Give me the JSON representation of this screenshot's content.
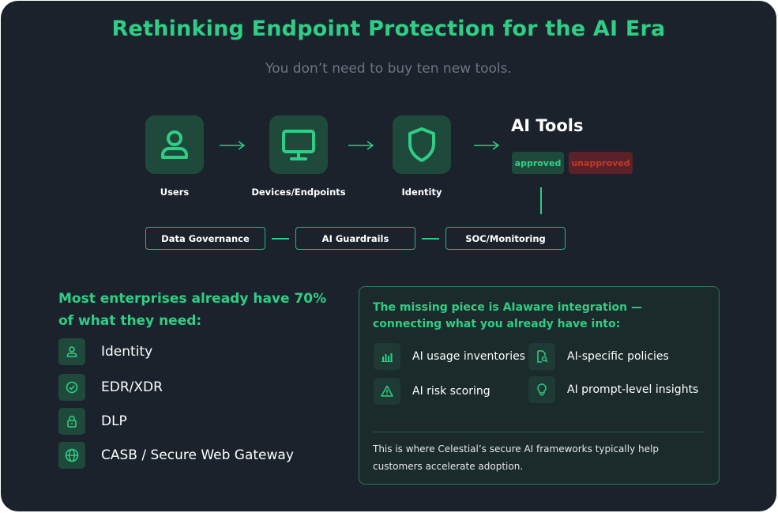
{
  "title": "Rethinking Endpoint Protection for the AI Era",
  "subtitle": "You don’t need to buy ten new tools.",
  "flow": {
    "nodes": [
      {
        "label": "Users",
        "icon": "user-icon"
      },
      {
        "label": "Devices/Endpoints",
        "icon": "monitor-icon"
      },
      {
        "label": "Identity",
        "icon": "shield-icon"
      }
    ],
    "ai_tools": {
      "title": "AI Tools",
      "approved": "approved",
      "unapproved": "unapproved"
    },
    "bottom_chips": [
      "Data Governance",
      "AI Guardrails",
      "SOC/Monitoring"
    ]
  },
  "left": {
    "heading": "Most enterprises already have 70% of what they need:",
    "items": [
      {
        "label": "Identity",
        "icon": "user-icon"
      },
      {
        "label": "EDR/XDR",
        "icon": "check-circle-icon"
      },
      {
        "label": "DLP",
        "icon": "lock-icon"
      },
      {
        "label": "CASB / Secure Web Gateway",
        "icon": "globe-icon"
      }
    ]
  },
  "panel": {
    "heading": "The missing piece is AIaware integration — connecting what you already have into:",
    "features": [
      {
        "label": "AI usage inventories",
        "icon": "bar-chart-icon"
      },
      {
        "label": "AI-specific policies",
        "icon": "document-search-icon"
      },
      {
        "label": "AI risk scoring",
        "icon": "warning-icon"
      },
      {
        "label": "AI prompt-level insights",
        "icon": "lightbulb-icon"
      }
    ],
    "footer": "This is where Celestial’s secure AI frameworks typically help customers accelerate adoption."
  },
  "colors": {
    "background": "#1b222b",
    "accent": "#2fce86",
    "icon_tile": "#1f4a3b",
    "unapproved_bg": "#5a2228",
    "unapproved_text": "#c0392b"
  }
}
